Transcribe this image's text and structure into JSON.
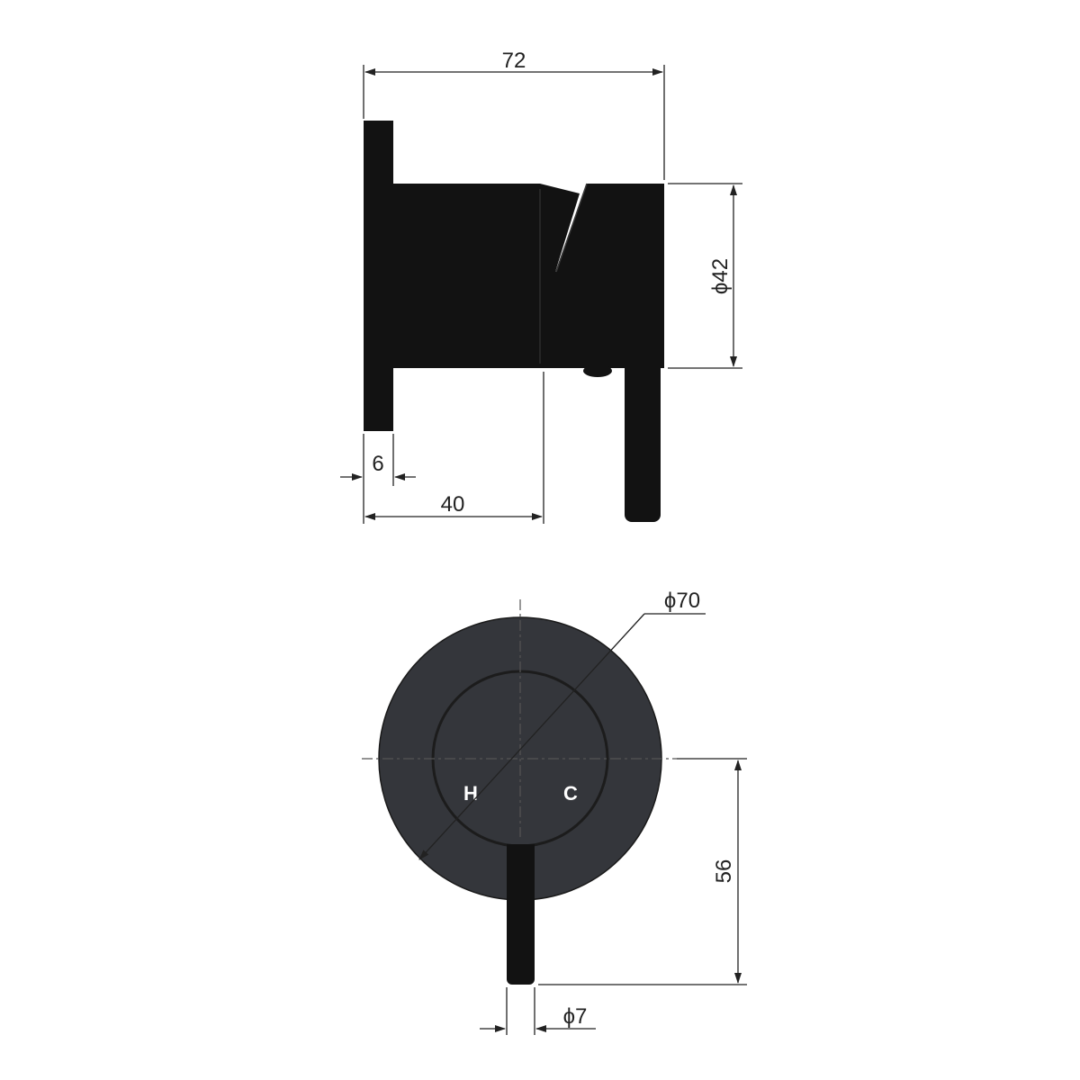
{
  "dimensions": {
    "overall_depth": "72",
    "body_diameter": "ϕ42",
    "plate_thickness": "6",
    "body_depth": "40",
    "plate_diameter": "ϕ70",
    "handle_length": "56",
    "handle_diameter": "ϕ7"
  },
  "markings": {
    "hot": "H",
    "cold": "C"
  },
  "colors": {
    "body": "#121212",
    "plate_face": "#34363b",
    "line": "#222222"
  }
}
